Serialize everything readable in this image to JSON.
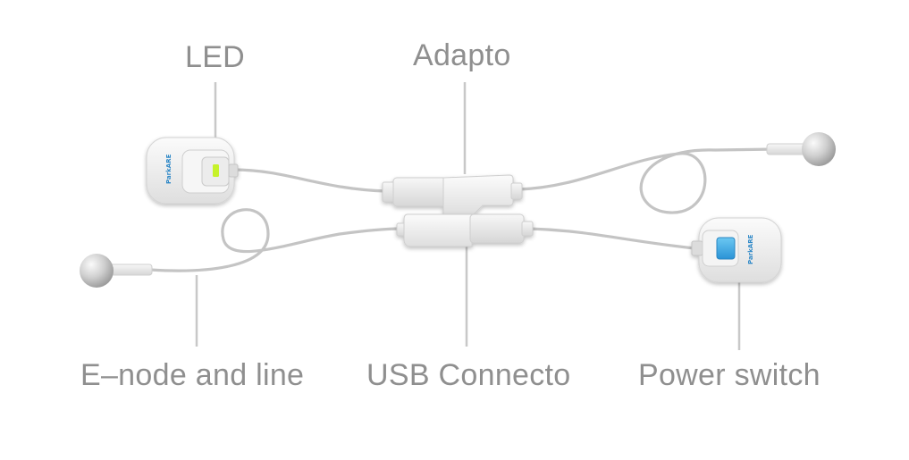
{
  "labels": {
    "led": "LED",
    "adapter": "Adapto",
    "electrode": "E–node and line",
    "usb_connector": "USB Connecto",
    "power_switch": "Power switch"
  },
  "device": {
    "brand": "ParkARE"
  },
  "colors": {
    "label_text": "#8f8f8f",
    "leader_line": "#c8c8c8",
    "cable": "#c4c4c4",
    "device_body": "#f1f1f1",
    "led_green": "#c6f22a",
    "switch_blue": "#3aa9e6",
    "brand_blue": "#2f88c7"
  }
}
